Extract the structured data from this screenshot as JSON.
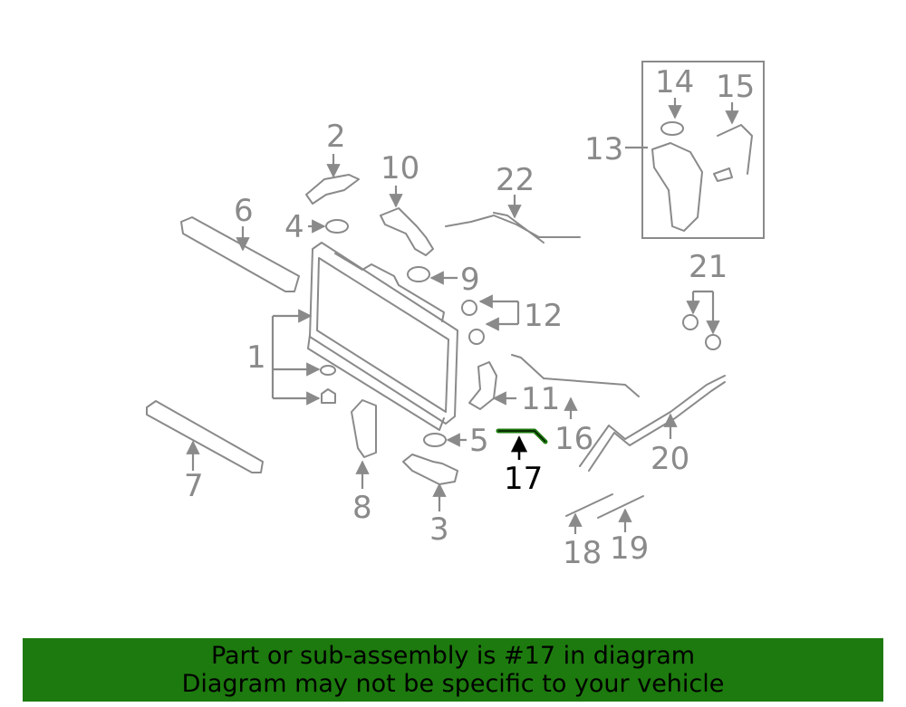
{
  "diagram": {
    "highlight_color": "#1d7a0e",
    "part_color": "#8a8a8a",
    "callouts": [
      "1",
      "2",
      "3",
      "4",
      "5",
      "6",
      "7",
      "8",
      "9",
      "10",
      "11",
      "12",
      "13",
      "14",
      "15",
      "16",
      "17",
      "18",
      "19",
      "20",
      "21",
      "22"
    ],
    "highlighted_callout": "17"
  },
  "banner": {
    "line1": "Part or sub-assembly is #17 in diagram",
    "line2": "Diagram may not be specific to your vehicle",
    "background": "#1d7a0e"
  }
}
